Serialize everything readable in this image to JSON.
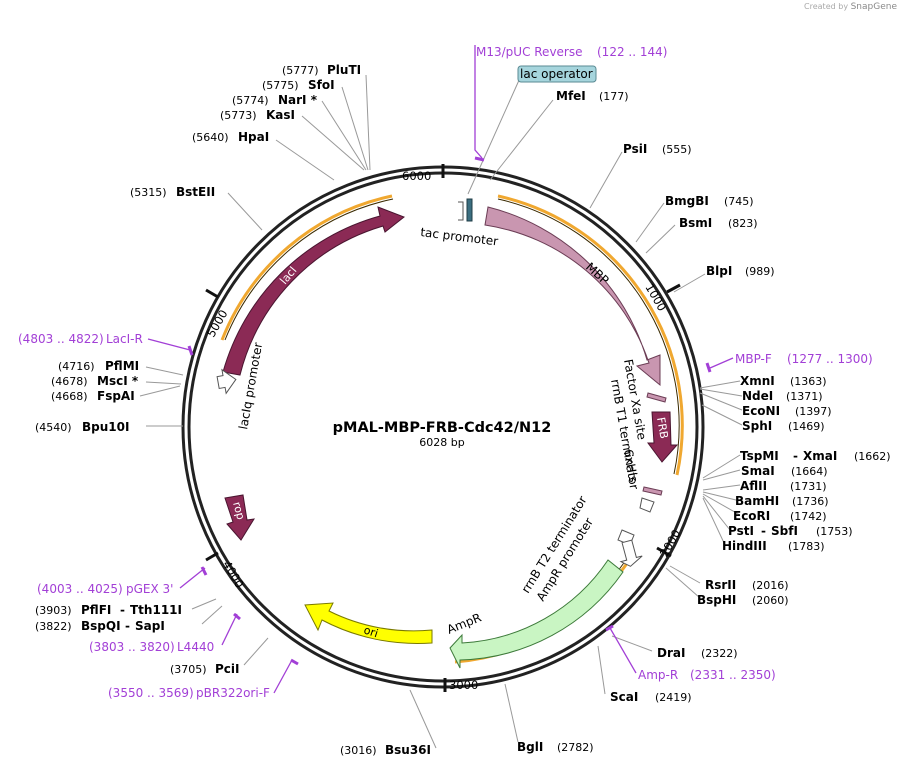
{
  "credit": {
    "prefix": "Created by",
    "brand": "SnapGene"
  },
  "map": {
    "name": "pMAL-MBP-FRB-Cdc42/N12",
    "length_label": "6028 bp",
    "ticks": [
      "1000",
      "2000",
      "3000",
      "4000",
      "5000",
      "6000"
    ]
  },
  "enzymes": [
    {
      "name": "PluTI",
      "pos": "(5777)"
    },
    {
      "name": "SfoI",
      "pos": "(5775)"
    },
    {
      "name": "NarI *",
      "pos": "(5774)"
    },
    {
      "name": "KasI",
      "pos": "(5773)"
    },
    {
      "name": "HpaI",
      "pos": "(5640)"
    },
    {
      "name": "BstEII",
      "pos": "(5315)"
    },
    {
      "name": "PflMI",
      "pos": "(4716)"
    },
    {
      "name": "MscI *",
      "pos": "(4678)"
    },
    {
      "name": "FspAI",
      "pos": "(4668)"
    },
    {
      "name": "Bpu10I",
      "pos": "(4540)"
    },
    {
      "name": "PflFI",
      "name2": "Tth111I",
      "pos": "(3903)"
    },
    {
      "name": "BspQI",
      "name2": "SapI",
      "pos": "(3822)"
    },
    {
      "name": "PciI",
      "pos": "(3705)"
    },
    {
      "name": "Bsu36I",
      "pos": "(3016)"
    },
    {
      "name": "BglI",
      "pos": "(2782)"
    },
    {
      "name": "ScaI",
      "pos": "(2419)"
    },
    {
      "name": "DraI",
      "pos": "(2322)"
    },
    {
      "name": "BspHI",
      "pos": "(2060)"
    },
    {
      "name": "RsrII",
      "pos": "(2016)"
    },
    {
      "name": "HindIII",
      "pos": "(1783)"
    },
    {
      "name": "PstI",
      "name2": "SbfI",
      "pos": "(1753)"
    },
    {
      "name": "EcoRI",
      "pos": "(1742)"
    },
    {
      "name": "BamHI",
      "pos": "(1736)"
    },
    {
      "name": "AflII",
      "pos": "(1731)"
    },
    {
      "name": "SmaI",
      "pos": "(1664)"
    },
    {
      "name": "TspMI",
      "name2": "XmaI",
      "pos": "(1662)"
    },
    {
      "name": "SphI",
      "pos": "(1469)"
    },
    {
      "name": "EcoNI",
      "pos": "(1397)"
    },
    {
      "name": "NdeI",
      "pos": "(1371)"
    },
    {
      "name": "XmnI",
      "pos": "(1363)"
    },
    {
      "name": "BlpI",
      "pos": "(989)"
    },
    {
      "name": "BsmI",
      "pos": "(823)"
    },
    {
      "name": "BmgBI",
      "pos": "(745)"
    },
    {
      "name": "PsiI",
      "pos": "(555)"
    },
    {
      "name": "MfeI",
      "pos": "(177)"
    }
  ],
  "primers": [
    {
      "name": "M13/pUC Reverse",
      "pos": "(122 .. 144)"
    },
    {
      "name": "MBP-F",
      "pos": "(1277 .. 1300)"
    },
    {
      "name": "Amp-R",
      "pos": "(2331 .. 2350)"
    },
    {
      "name": "pBR322ori-F",
      "pos": "(3550 .. 3569)"
    },
    {
      "name": "L4440",
      "pos": "(3803 .. 3820)"
    },
    {
      "name": "pGEX 3'",
      "pos": "(4003 .. 4025)"
    },
    {
      "name": "LacI-R",
      "pos": "(4803 .. 4822)"
    }
  ],
  "features": {
    "lac_operator": "lac operator",
    "tac_promoter": "tac promoter",
    "mbp": "MBP",
    "factor_xa": "Factor Xa site",
    "frb": "FRB",
    "rrnb_t1": "rrnB T1 terminator",
    "his6": "6xHis",
    "rrnb_t2": "rrnB T2 terminator",
    "ampr_promoter": "AmpR promoter",
    "ampr": "AmpR",
    "ori": "ori",
    "rop": "rop",
    "lacI": "lacI",
    "laciq_promoter": "lacIq promoter"
  },
  "colors": {
    "mbp": "#c996b0",
    "frb": "#8b2a55",
    "lacI": "#8b2a55",
    "rop": "#8b2a55",
    "ampr": "#c9f5c3",
    "ori": "#ffff00",
    "primer": "#a23fd6",
    "orf_band": "#f0a830",
    "lac_operator_box": "#a6d5dd"
  }
}
